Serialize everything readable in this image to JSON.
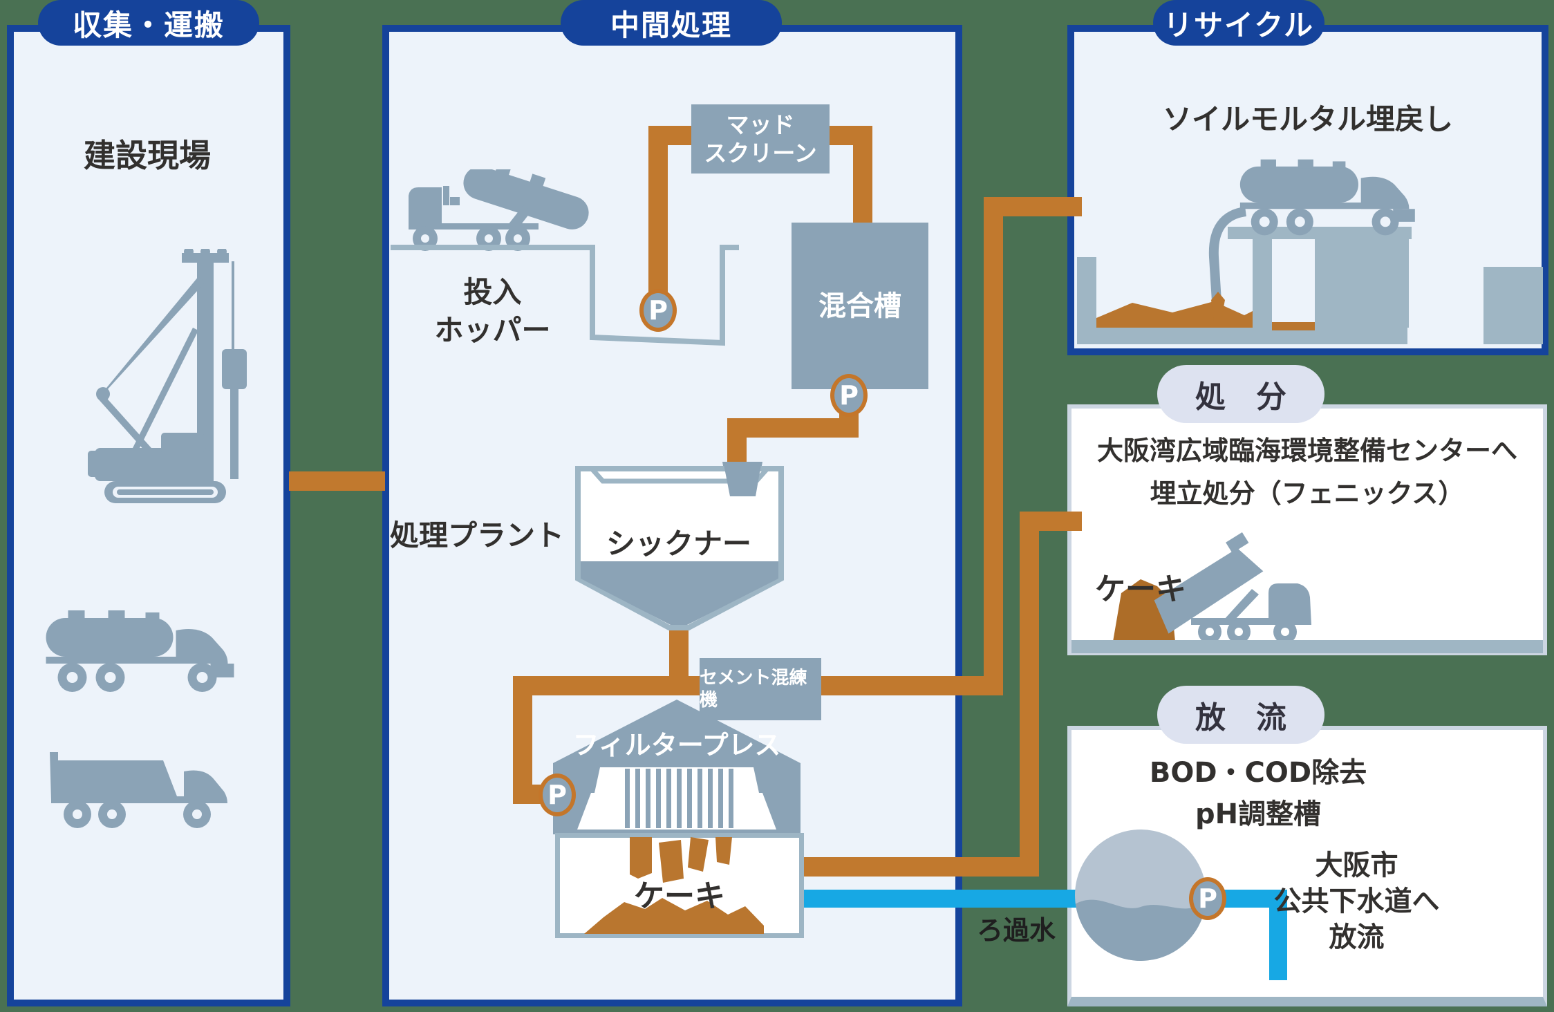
{
  "colors": {
    "background": "#4a7153",
    "panel_border_blue": "#15439b",
    "panel_bg_light": "#edf3fa",
    "pill_blue": "#15439b",
    "pill_lavender": "#dde2f0",
    "pipe_orange": "#c1792e",
    "pipe_water_blue": "#17a8e4",
    "machine_gray": "#8ba3b6",
    "outline_gray": "#9db5c4",
    "ground_gray": "#9fb6c4",
    "mud_brown": "#b9762f",
    "text_dark": "#32302e"
  },
  "stages": {
    "collection": {
      "title": "収集・運搬",
      "site": "建設現場"
    },
    "intermediate": {
      "title": "中間処理",
      "hopper": [
        "投入",
        "ホッパー"
      ],
      "mud_screen": [
        "マッド",
        "スクリーン"
      ],
      "mixing_tank": "混合槽",
      "plant": "処理プラント",
      "thickener": "シックナー",
      "cement_kneader": "セメント混練機",
      "filter_press": "フィルタープレス",
      "cake": "ケーキ"
    },
    "recycle": {
      "title": "リサイクル",
      "caption": "ソイルモルタル埋戻し"
    },
    "disposal": {
      "title": "処　分",
      "destination": "大阪湾広域臨海環境整備センターへ",
      "method": "埋立処分（フェニックス）",
      "cake": "ケーキ"
    },
    "discharge": {
      "title": "放　流",
      "treatment1": "BOD・COD除去",
      "treatment2": "pH調整槽",
      "outfall": [
        "大阪市",
        "公共下水道へ",
        "放流"
      ]
    }
  },
  "labels": {
    "pump": "P",
    "filtered_water": "ろ過水"
  }
}
